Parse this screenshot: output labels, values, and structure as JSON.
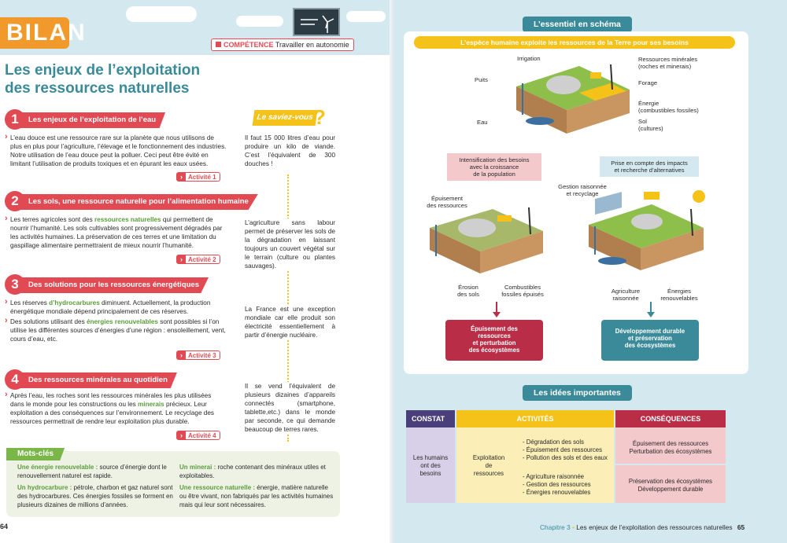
{
  "left": {
    "bilan": "BILAN",
    "competence_label": "COMPÉTENCE",
    "competence_text": "Travailler en autonomie",
    "title_l1": "Les enjeux de l’exploitation",
    "title_l2": "des ressources naturelles",
    "sections": [
      {
        "num": "1",
        "title": "Les enjeux de l’exploitation de l’eau"
      },
      {
        "num": "2",
        "title": "Les sols, une ressource naturelle pour l’alimentation humaine"
      },
      {
        "num": "3",
        "title": "Des solutions pour les ressources énergétiques"
      },
      {
        "num": "4",
        "title": "Des ressources minérales au quotidien"
      }
    ],
    "s1_text": "L’eau douce est une ressource rare sur la planète que nous utilisons de plus en plus pour l’agriculture, l’élevage et le fonctionnement des industries. Notre utilisation de l’eau douce peut la polluer. Ceci peut être évité en limitant l’utilisation de produits toxiques et en épurant les eaux usées.",
    "s2_a": "Les terres agricoles sont des ",
    "s2_hl": "ressources naturelles",
    "s2_b": " qui permettent de nourrir l’humanité. Les sols cultivables sont progressivement dégradés par les activités humaines. La préservation de ces terres et une limitation du gaspillage alimentaire permettraient de mieux nourrir l’humanité.",
    "s3_a1": "Les réserves ",
    "s3_hl1": "d’hydrocarbures",
    "s3_a2": " diminuent. Actuellement, la production énergétique mondiale dépend principalement de ces réserves.",
    "s3_b1": "Des solutions utilisant des ",
    "s3_hl2": "énergies renouvelables",
    "s3_b2": " sont possibles si l’on utilise les différentes sources d’énergies d’une région : ensoleillement, vent, cours d’eau, etc.",
    "s4_a": "Après l’eau, les roches sont les ressources minérales les plus utilisées dans le monde pour les constructions ou les ",
    "s4_hl": "minerais",
    "s4_b": " précieux. Leur exploitation a des conséquences sur l’environnement. Le recyclage des ressources permettrait de rendre leur exploitation plus durable.",
    "activities": [
      "Activité 1",
      "Activité 2",
      "Activité 3",
      "Activité 4"
    ],
    "savez_vous": "Le saviez-vous",
    "qmark": "?",
    "side1": "Il faut 15 000 litres d’eau pour produire un kilo de viande. C’est l’équivalent de 300 douches !",
    "side2": "L’agriculture sans labour permet de préserver les sols de la dégradation en laissant toujours un couvert végétal sur le terrain (culture ou plantes sauvages).",
    "side3": "La France est une exception mondiale car elle produit son électricité essentiellement à partir d’énergie nucléaire.",
    "side4": "Il se vend l’équivalent de plusieurs dizaines d’appareils connectés (smartphone, tablette,etc.) dans le monde par seconde, ce qui demande beaucoup de terres rares.",
    "motscles_title": "Mots-clés",
    "mc1_term": "Une énergie renouvelable :",
    "mc1_def": " source d’énergie dont le renouvellement naturel est rapide.",
    "mc2_term": "Un hydrocarbure :",
    "mc2_def": " pétrole, charbon et gaz naturel sont des hydrocarbures. Ces énergies fossiles se forment en plusieurs dizaines de millions d’années.",
    "mc3_term": "Un minerai :",
    "mc3_def": " roche contenant des minéraux utiles et exploitables.",
    "mc4_term": "Une ressource naturelle :",
    "mc4_def": " énergie, matière naturelle ou être vivant, non fabriqués par les activités humaines mais qui leur sont nécessaires.",
    "page_num": "64"
  },
  "right": {
    "schema_tag": "L’essentiel en schéma",
    "schema_bar": "L’espèce humaine exploite les ressources de la Terre pour ses besoins",
    "labels": {
      "irrigation": "Irrigation",
      "puits": "Puits",
      "eau": "Eau",
      "ress_min": "Ressources minérales\n(roches et minerais)",
      "forage": "Forage",
      "energie": "Énergie\n(combustibles fossiles)",
      "sol": "Sol\n(cultures)",
      "intens": "Intensification des besoins\navec la croissance\nde la population",
      "prise": "Prise en compte des impacts\net recherche d’alternatives",
      "gestion": "Gestion raisonnée\net recyclage",
      "epuis_res": "Épuisement\ndes ressources",
      "erosion": "Érosion\ndes sols",
      "combust": "Combustibles\nfossiles épuisés",
      "agri": "Agriculture\nraisonnée",
      "energies_ren": "Énergies\nrenouvelables"
    },
    "out_red": "Épuisement des\nressources\net perturbation\ndes écosystèmes",
    "out_teal": "Développement durable\net préservation\ndes écosystèmes",
    "idees_tag": "Les idées importantes",
    "table": {
      "h_constat": "CONSTAT",
      "h_activites": "ACTIVITÉS",
      "h_consequences": "CONSÉQUENCES",
      "constat": "Les humains\nont des\nbesoins",
      "activite": "Exploitation\nde\nressources",
      "list1": [
        "Dégradation des sols",
        "Épuisement des ressources",
        "Pollution des sols et des eaux"
      ],
      "list2": [
        "Agriculture raisonnée",
        "Gestion des ressources",
        "Énergies renouvelables"
      ],
      "cons1": "Épuisement des ressources\nPerturbation des écosystèmes",
      "cons2": "Préservation des écosystèmes\nDéveloppement durable"
    },
    "footer_ch": "Chapitre 3",
    "footer_sep": "•",
    "footer_text": "Les enjeux de l’exploitation des ressources naturelles",
    "page_num": "65"
  },
  "colors": {
    "red": "#e24a53",
    "orange": "#f19a2b",
    "teal": "#3a8a9a",
    "green": "#7ab648",
    "yellow": "#f5c21a"
  }
}
